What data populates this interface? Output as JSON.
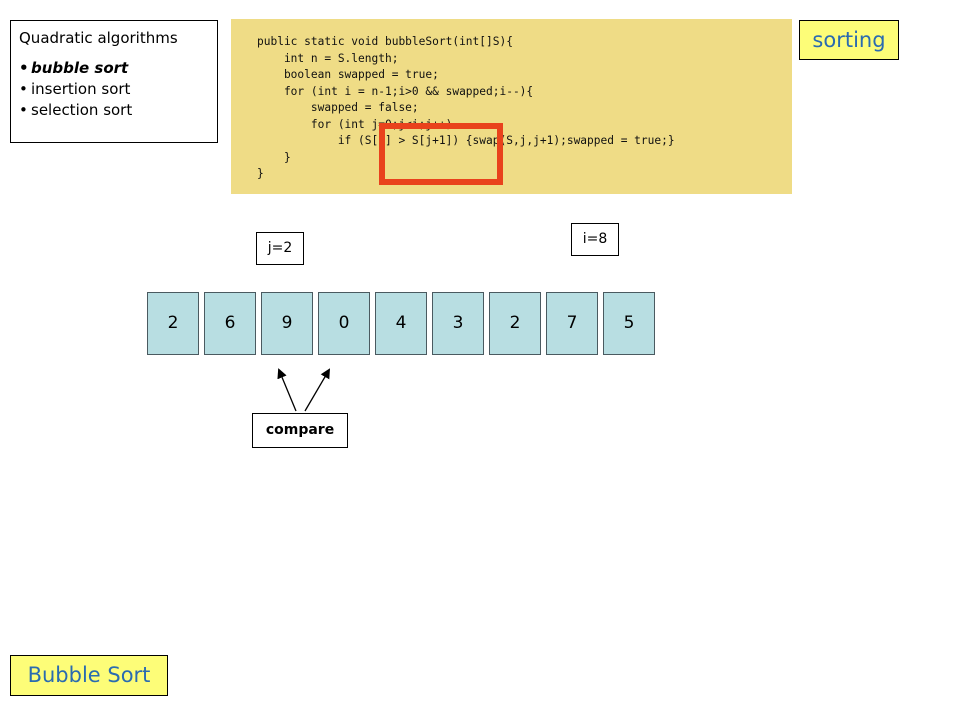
{
  "sidebar": {
    "title": "Quadratic algorithms",
    "items": [
      {
        "label": "bubble sort",
        "active": true
      },
      {
        "label": "insertion sort",
        "active": false
      },
      {
        "label": "selection sort",
        "active": false
      }
    ]
  },
  "code": {
    "lines": [
      "public static void bubbleSort(int[]S){",
      "    int n = S.length;",
      "    boolean swapped = true;",
      "    for (int i = n-1;i>0 && swapped;i--){",
      "        swapped = false;",
      "        for (int j=0;j<i;j++)",
      "            if (S[j] > S[j+1]) {swap(S,j,j+1);swapped = true;}",
      "    }",
      "}"
    ]
  },
  "tag": "sorting",
  "counters": {
    "j": "j=2",
    "i": "i=8"
  },
  "array": [
    2,
    6,
    9,
    0,
    4,
    3,
    2,
    7,
    5
  ],
  "compare_label": "compare",
  "footer_title": "Bubble Sort",
  "colors": {
    "code_bg": "#efdc86",
    "highlight": "#e9421c",
    "cell_fill": "#b8dee2",
    "tag_fill": "#fdfd78",
    "tag_text": "#2a6bb0"
  }
}
